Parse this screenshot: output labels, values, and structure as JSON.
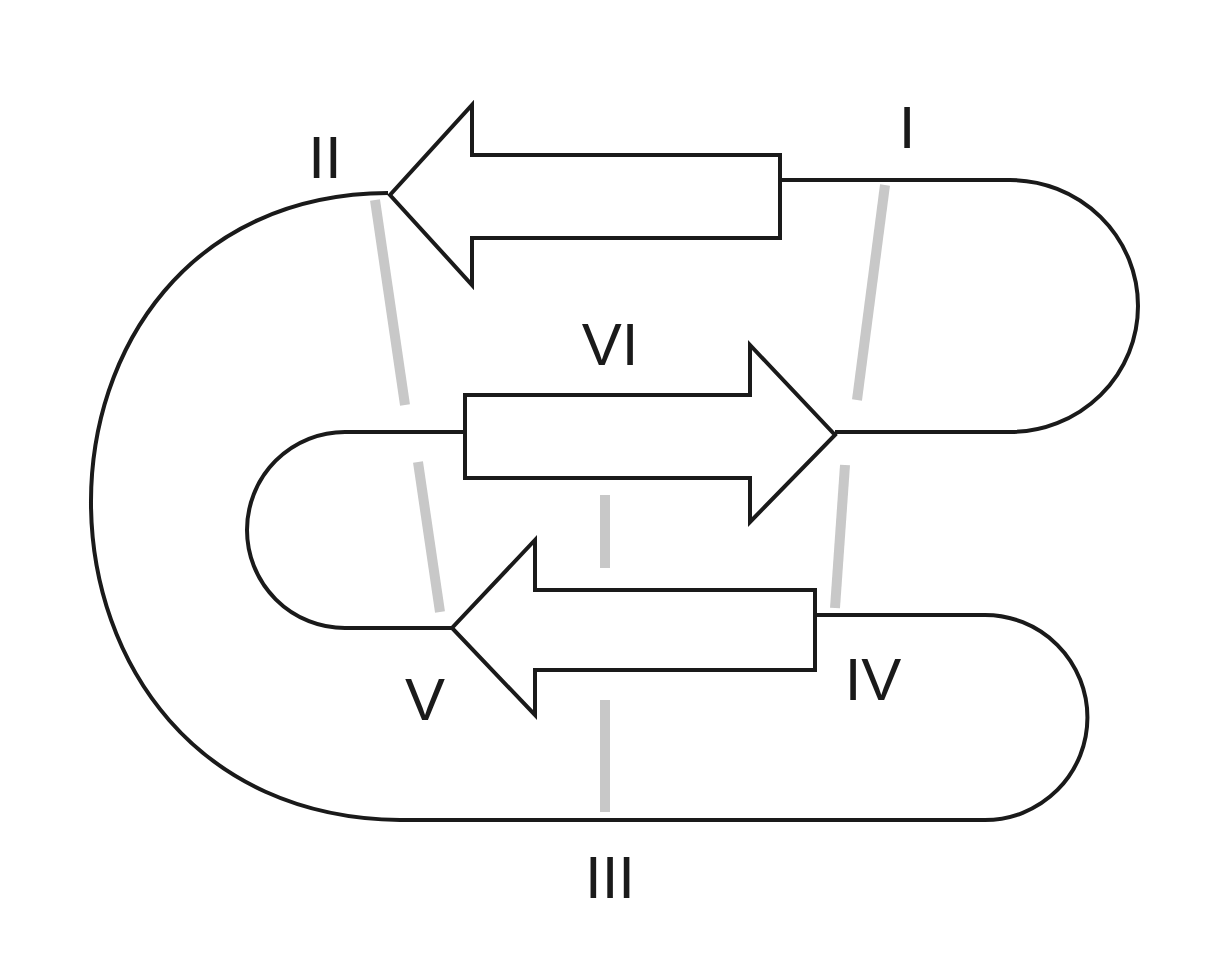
{
  "diagram": {
    "labels": [
      "I",
      "II",
      "VI",
      "V",
      "IV",
      "III"
    ]
  }
}
